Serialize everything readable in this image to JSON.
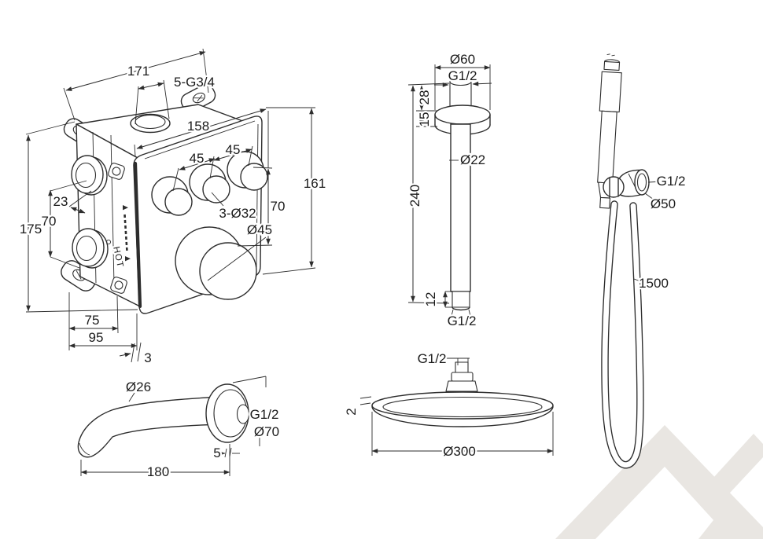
{
  "palette": {
    "line_color": "#2d2d2d",
    "watermark_color": "#e9e6e2",
    "background": "#ffffff"
  },
  "views": {
    "mixer_valve": {
      "dims": {
        "top_width": "171",
        "top_port_thread": "5-G3/4",
        "plate_width": "158",
        "plate_height": "161",
        "knob_pitch_left": "45",
        "knob_pitch_right": "45",
        "knob_trio_dia": "3-Ø32",
        "knob_row_gap": "70",
        "main_knob_dia": "Ø45",
        "port_offset": "23",
        "port_pitch": "70",
        "body_height": "175",
        "depth_to_bracket": "75",
        "depth_overall": "95",
        "plate_thickness": "3"
      },
      "markings": {
        "hot_label": "HOT"
      }
    },
    "ceiling_arm": {
      "dims": {
        "escutcheon_dia": "Ø60",
        "top_thread": "G1/2",
        "thread_length": "28",
        "escutcheon_depth": "15",
        "arm_dia": "Ø22",
        "arm_length": "240",
        "bottom_thread_length": "12",
        "bottom_thread": "G1/2"
      }
    },
    "hand_shower": {
      "dims": {
        "outlet_thread": "G1/2",
        "escutcheon_dia": "Ø50",
        "hose_length": "1500"
      }
    },
    "wall_spout": {
      "dims": {
        "spout_dia": "Ø26",
        "thread": "G1/2",
        "flange_dia": "Ø70",
        "flange_depth": "5",
        "reach": "180"
      }
    },
    "head_shower": {
      "dims": {
        "thread": "G1/2",
        "rim_thickness": "2",
        "head_dia": "Ø300"
      }
    }
  }
}
